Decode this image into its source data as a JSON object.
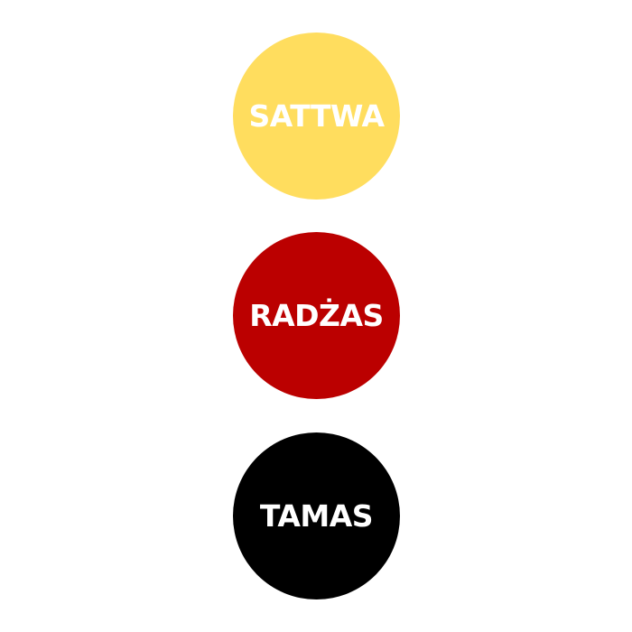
{
  "circles": [
    {
      "label": "SATTWA",
      "color": "#FFDD5E"
    },
    {
      "label": "RADŻAS",
      "color": "#BB0000"
    },
    {
      "label": "TAMAS",
      "color": "#000000"
    }
  ]
}
